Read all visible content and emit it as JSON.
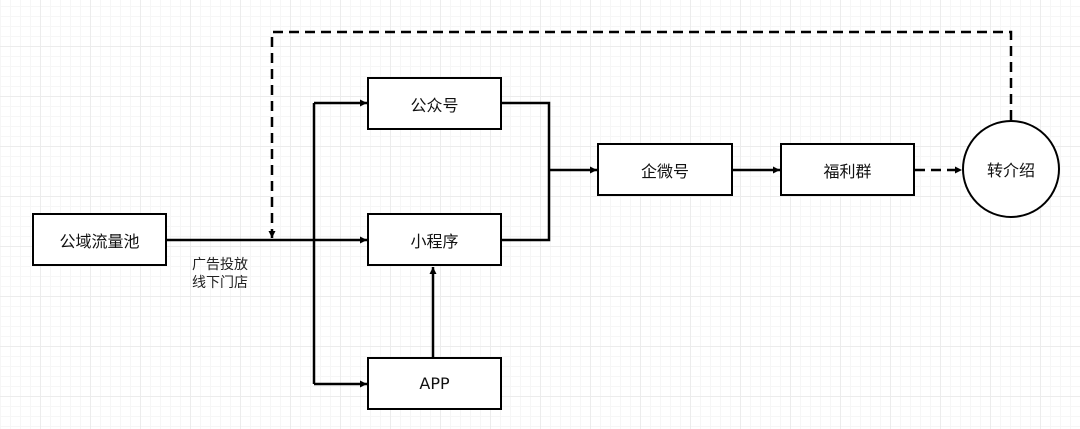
{
  "nodes": {
    "public_pool": "公域流量池",
    "official_account": "公众号",
    "mini_program": "小程序",
    "app": "APP",
    "wecom": "企微号",
    "welfare_group": "福利群",
    "referral": "转介绍"
  },
  "edge_labels": {
    "channel_ads": "广告投放",
    "channel_offline": "线下门店"
  },
  "colors": {
    "stroke": "#000000",
    "grid": "#ececec",
    "background": "#ffffff"
  }
}
